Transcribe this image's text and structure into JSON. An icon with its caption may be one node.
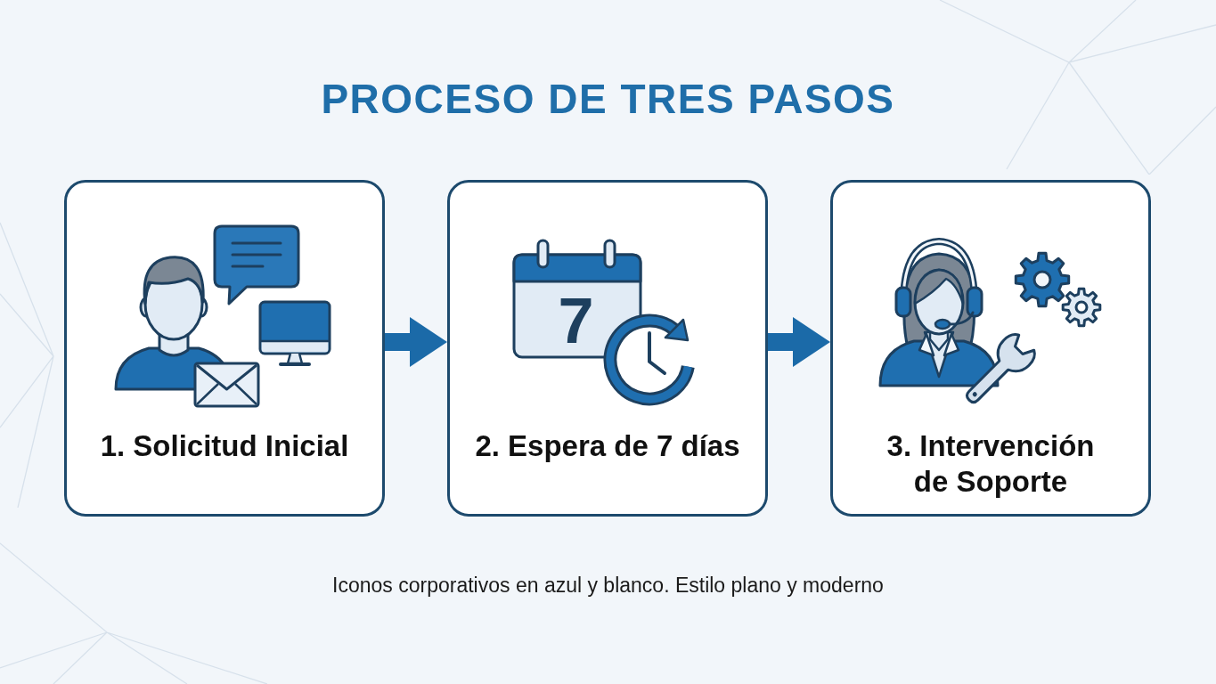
{
  "diagram": {
    "title": "PROCESO DE TRES PASOS",
    "caption": "Iconos corporativos en azul y blanco. Estilo plano y moderno",
    "nodes": [
      {
        "text": [
          "1. Solicitud Inicial"
        ]
      },
      {
        "text": [
          "2. Espera de 7 días"
        ]
      },
      {
        "text": [
          "3. Intervención de Soporte"
        ]
      }
    ],
    "edges": [
      {
        "from": 0,
        "to": 1,
        "arrow": "to"
      },
      {
        "from": 1,
        "to": 2,
        "arrow": "to"
      }
    ],
    "labels": [
      "7"
    ]
  }
}
